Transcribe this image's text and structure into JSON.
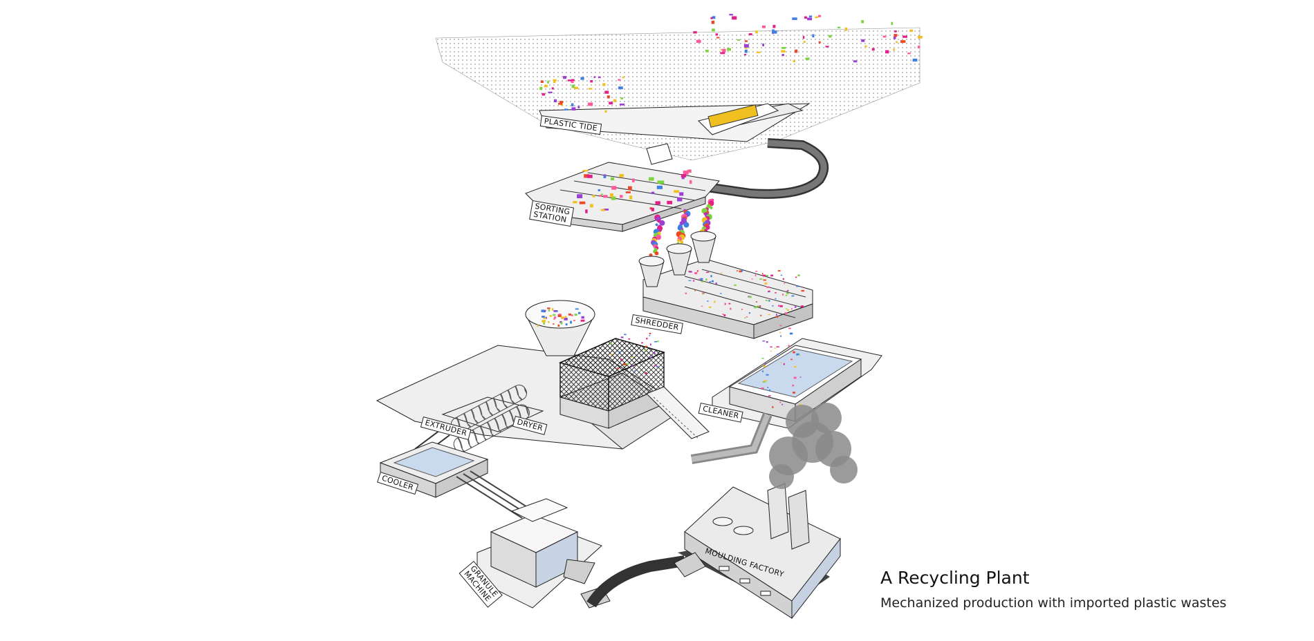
{
  "labels": {
    "plastic_tide": "PLASTIC TIDE",
    "sorting_station": "SORTING\nSTATION",
    "shredder": "SHREDDER",
    "cleaner": "CLEANER",
    "dryer": "DRYER",
    "extruder": "EXTRUDER",
    "cooler": "COOLER",
    "granule_machine": "GRANULE\nMACHINE",
    "moulding_factory": "MOULDING FACTORY"
  },
  "caption": {
    "title": "A Recycling Plant",
    "subtitle": "Mechanized production with imported plastic wastes"
  },
  "colors": {
    "ink": "#222222",
    "platform": "#f2f2f2",
    "water": "#c9d9ee",
    "plastic": [
      "#e0218a",
      "#ff5aa0",
      "#9b3fd6",
      "#f0c020",
      "#3f7fe0",
      "#e84a2a",
      "#7bd33f"
    ],
    "road": "#333333",
    "smoke": "#8a8a8a"
  }
}
